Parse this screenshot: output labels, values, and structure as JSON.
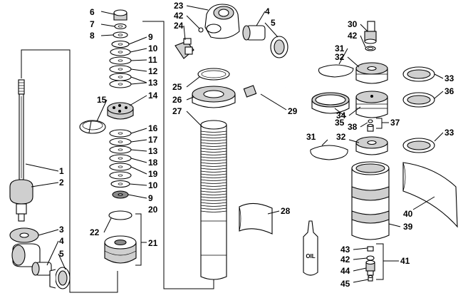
{
  "callouts": [
    "1",
    "2",
    "3",
    "4",
    "5",
    "6",
    "7",
    "8",
    "9",
    "10",
    "11",
    "12",
    "13",
    "14",
    "15",
    "16",
    "17",
    "13",
    "18",
    "19",
    "10",
    "9",
    "20",
    "21",
    "22",
    "23",
    "42",
    "24",
    "4",
    "5",
    "25",
    "26",
    "27",
    "28",
    "29",
    "30",
    "42",
    "31",
    "32",
    "33",
    "36",
    "35",
    "34",
    "38",
    "37",
    "31",
    "32",
    "33",
    "40",
    "39",
    "43",
    "42",
    "44",
    "41",
    "45"
  ],
  "oil_label": "OIL",
  "colors": {
    "line": "#000000",
    "shade": "#cfcfcf",
    "dark": "#8a8a8a",
    "background": "#ffffff"
  }
}
